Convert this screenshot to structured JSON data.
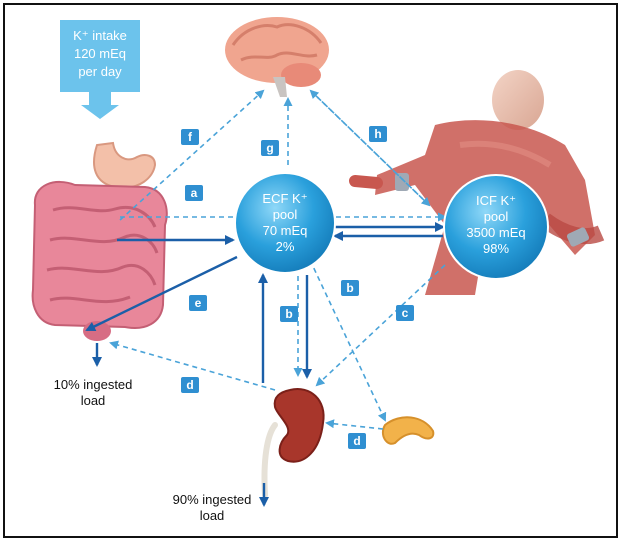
{
  "intake": {
    "line1": "K⁺ intake",
    "line2": "120 mEq",
    "line3": "per day"
  },
  "ecf": {
    "line1": "ECF K⁺",
    "line2": "pool",
    "line3": "70 mEq",
    "line4": "2%"
  },
  "icf": {
    "line1": "ICF K⁺",
    "line2": "pool",
    "line3": "3500 mEq",
    "line4": "98%"
  },
  "outputs": {
    "gut_line1": "10% ingested",
    "gut_line2": "load",
    "kidney_line1": "90% ingested",
    "kidney_line2": "load"
  },
  "pathway_labels": {
    "a": "a",
    "b_left": "b",
    "b_right": "b",
    "c": "c",
    "d_left": "d",
    "d_right": "d",
    "e": "e",
    "f": "f",
    "g": "g",
    "h": "h"
  },
  "colors": {
    "arrow_solid": "#1b5fa8",
    "arrow_dashed": "#4aa3d8",
    "label_box": "#2f8fd1",
    "pool_fill": "#2aa0dc",
    "intake_box": "#6cc3ec"
  },
  "icons": {
    "brain": "brain-icon",
    "stomach": "stomach-icon",
    "intestines": "intestines-icon",
    "kidney": "kidney-icon",
    "pancreas": "pancreas-icon",
    "muscle": "muscle-figure-icon"
  }
}
